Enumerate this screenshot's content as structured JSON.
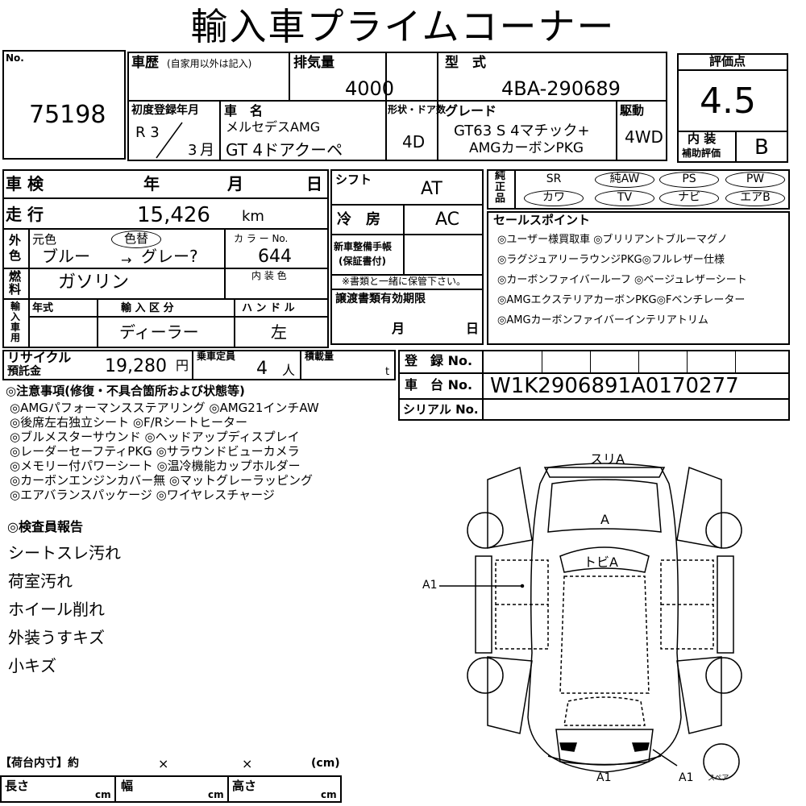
{
  "title": "輸入車プライムコーナー",
  "no_label": "No.",
  "lot_number": "75198",
  "history_label": "車歴",
  "history_note": "(自家用以外は記入)",
  "displacement_label": "排気量",
  "displacement": "4000",
  "model_label": "型　式",
  "model_code": "4BA-290689",
  "first_reg_label": "初度登録年月",
  "first_reg_era": "R 3",
  "first_reg_month": "3",
  "month_unit": "月",
  "car_name_label": "車　名",
  "maker": "メルセデスAMG",
  "car_name": "GT 4ドアクーペ",
  "body_doors_label": "形状・ドア数",
  "body_doors": "4D",
  "grade_label": "グレード",
  "grade_line1": "GT63 S 4マチック+",
  "grade_line2": "AMGカーボンPKG",
  "drive_label": "駆動",
  "drive": "4WD",
  "score_label": "評価点",
  "score": "4.5",
  "interior_label_1": "内 装",
  "interior_label_2": "補助評価",
  "interior_grade": "B",
  "inspection_label": "車 検",
  "year_unit": "年",
  "month_label": "月",
  "day_unit": "日",
  "shift_label": "シフト",
  "shift": "AT",
  "equipment_label": [
    "純",
    "正",
    "品"
  ],
  "equipment": [
    "SR",
    "純AW",
    "PS",
    "PW",
    "カワ",
    "TV",
    "ナビ",
    "エアB"
  ],
  "mileage_label": "走 行",
  "mileage": "15,426",
  "mileage_unit": "km",
  "ac_label": "冷　房",
  "ac": "AC",
  "selling_points_label": "セールスポイント",
  "selling_points": [
    "◎ユーザー様買取車 ◎ブリリアントブルーマグノ",
    "◎ラグジュアリーラウンジPKG◎フルレザー仕様",
    "◎カーボンファイバールーフ ◎ベージュレザーシート",
    "◎AMGエクステリアカーボンPKG◎Fベンチレーター",
    "◎AMGカーボンファイバーインテリアトリム"
  ],
  "ext_color_label_1": "外",
  "ext_color_label_2": "色",
  "orig_color_label": "元色",
  "color_change_label": "色替",
  "orig_color": "ブルー",
  "color_arrow": "→",
  "new_color": "グレー?",
  "color_no_label": "カ ラ ー No.",
  "color_no": "644",
  "maint_label_1": "新車整備手帳",
  "maint_label_2": "(保証書付)",
  "doc_note": "※書類と一緒に保管下さい。",
  "fuel_label_1": "燃",
  "fuel_label_2": "料",
  "fuel": "ガソリン",
  "interior_color_label": "内 装 色",
  "import_label": [
    "輸",
    "入",
    "車",
    "用"
  ],
  "model_year_label": "年式",
  "import_type_label": "輸 入 区 分",
  "import_type": "ディーラー",
  "handle_label": "ハ ン ド ル",
  "handle": "左",
  "transfer_label": "譲渡書類有効期限",
  "transfer_month": "月",
  "transfer_day": "日",
  "recycle_label_1": "リサイクル",
  "recycle_label_2": "預託金",
  "recycle_fee": "19,280",
  "yen": "円",
  "capacity_label": "乗車定員",
  "capacity": "4",
  "person_unit": "人",
  "load_label": "積載量",
  "load_unit": "t",
  "reg_no_label": "登　録 No.",
  "vin_label": "車　台 No.",
  "vin": "W1K2906891A0170277",
  "serial_label": "シリアル No.",
  "notes_title": "◎注意事項(修復・不具合箇所および状態等)",
  "notes": [
    "◎AMGパフォーマンスステアリング ◎AMG21インチAW",
    "◎後席左右独立シート ◎F/Rシートヒーター",
    "◎ブルメスターサウンド ◎ヘッドアップディスプレイ",
    "◎レーダーセーフティPKG ◎サラウンドビューカメラ",
    "◎メモリー付パワーシート ◎温冷機能カップホルダー",
    "◎カーボンエンジンカバー無 ◎マットグレーラッピング",
    "◎エアバランスパッケージ ◎ワイヤレスチャージ"
  ],
  "inspector_title": "◎検査員報告",
  "inspector_report": [
    "シートスレ汚れ",
    "荷室汚れ",
    "ホイール削れ",
    "外装うすキズ",
    "小キズ"
  ],
  "diagram_labels": {
    "front": "スリA",
    "hood": "A",
    "windshield": "トビA",
    "left_side": "A1",
    "rear": "A1",
    "rear_right": "A1",
    "spare": "スペア"
  },
  "cargo_label": "【荷台内寸】約",
  "cargo_x": "×",
  "cargo_unit": "(cm)",
  "length_label": "長さ",
  "width_label": "幅",
  "height_label": "高さ",
  "cm": "cm"
}
